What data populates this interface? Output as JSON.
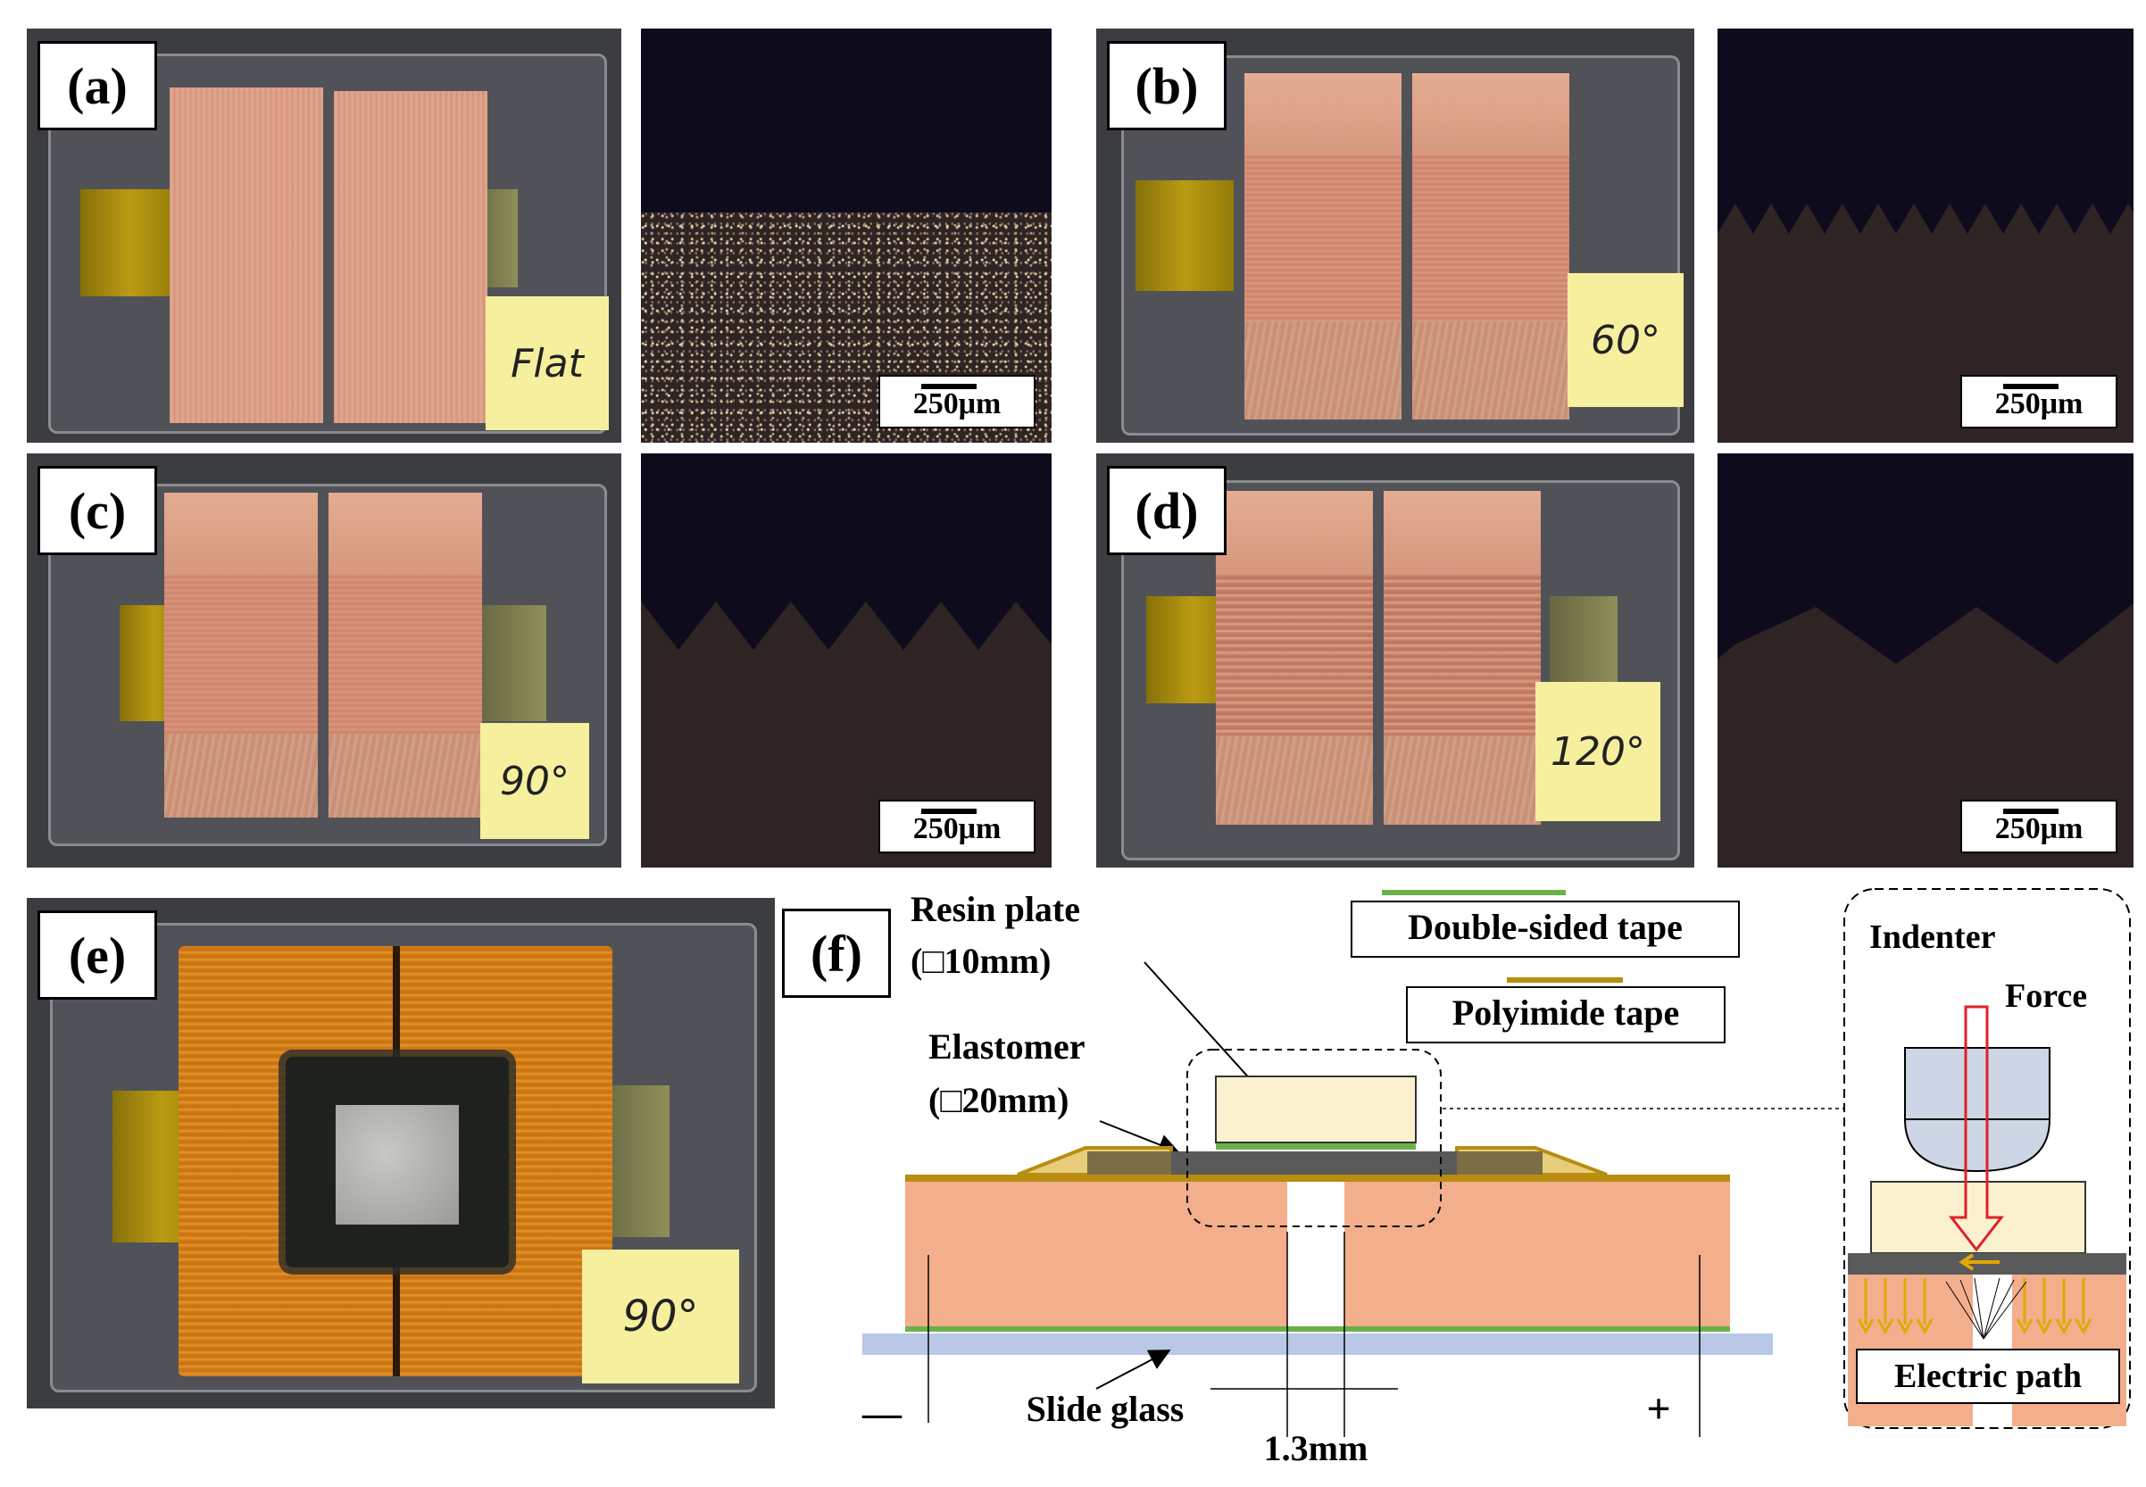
{
  "panels": {
    "a": {
      "label": "(a)",
      "note": "Flat",
      "scale": "250μm"
    },
    "b": {
      "label": "(b)",
      "note": "60°",
      "scale": "250μm"
    },
    "c": {
      "label": "(c)",
      "note": "90°",
      "scale": "250μm"
    },
    "d": {
      "label": "(d)",
      "note": "120°",
      "scale": "250μm"
    },
    "e": {
      "label": "(e)",
      "note": "90°"
    },
    "f": {
      "label": "(f)"
    }
  },
  "diagram": {
    "resin_plate": "Resin plate",
    "resin_size": "(□10mm)",
    "elastomer": "Elastomer",
    "elastomer_size": "(□20mm)",
    "double_sided_tape": "Double-sided tape",
    "polyimide_tape": "Polyimide tape",
    "slide_glass": "Slide glass",
    "minus": "—",
    "plus": "+",
    "gap": "1.3mm",
    "indenter": "Indenter",
    "force": "Force",
    "electric_path": "Electric path"
  },
  "colors": {
    "copper": "#f3ae8c",
    "resin": "#fbf1cf",
    "elastomer": "#5a5a5a",
    "glass": "#b8c8e6",
    "double_tape": "#6bb04a",
    "polyimide": "#b88d10",
    "force_arrow": "#e0202a",
    "current_arrow": "#e2a800"
  }
}
